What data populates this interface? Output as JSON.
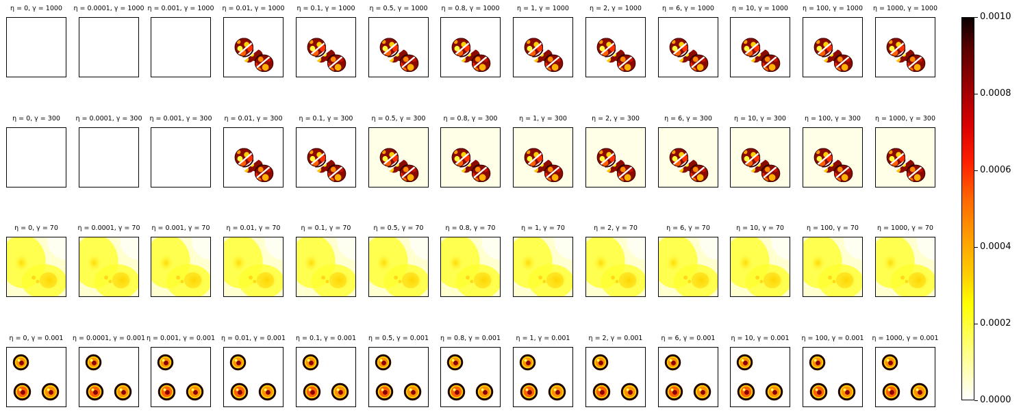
{
  "chart_data": {
    "type": "heatmap",
    "colormap": "afmhot_r",
    "rows": [
      {
        "gamma": "1000",
        "pattern": "three-blobs-masked"
      },
      {
        "gamma": "300",
        "pattern": "three-blobs-masked-faint-background"
      },
      {
        "gamma": "70",
        "pattern": "smooth-diffuse"
      },
      {
        "gamma": "0.001",
        "pattern": "three-rings"
      }
    ],
    "columns": [
      "0",
      "0.0001",
      "0.001",
      "0.01",
      "0.1",
      "0.5",
      "0.8",
      "1",
      "2",
      "6",
      "10",
      "100",
      "1000"
    ],
    "titles": [
      [
        "η = 0, γ = 1000",
        "η = 0.0001, γ = 1000",
        "η = 0.001, γ = 1000",
        "η = 0.01, γ = 1000",
        "η = 0.1, γ = 1000",
        "η = 0.5, γ = 1000",
        "η = 0.8, γ = 1000",
        "η = 1, γ = 1000",
        "η = 2, γ = 1000",
        "η = 6, γ = 1000",
        "η = 10, γ = 1000",
        "η = 100, γ = 1000",
        "η = 1000, γ = 1000"
      ],
      [
        "η = 0, γ = 300",
        "η = 0.0001, γ = 300",
        "η = 0.001, γ = 300",
        "η = 0.01, γ = 300",
        "η = 0.1, γ = 300",
        "η = 0.5, γ = 300",
        "η = 0.8, γ = 300",
        "η = 1, γ = 300",
        "η = 2, γ = 300",
        "η = 6, γ = 300",
        "η = 10, γ = 300",
        "η = 100, γ = 300",
        "η = 1000, γ = 300"
      ],
      [
        "η = 0, γ = 70",
        "η = 0.0001, γ = 70",
        "η = 0.001, γ = 70",
        "η = 0.01, γ = 70",
        "η = 0.1, γ = 70",
        "η = 0.5, γ = 70",
        "η = 0.8, γ = 70",
        "η = 1, γ = 70",
        "η = 2, γ = 70",
        "η = 6, γ = 70",
        "η = 10, γ = 70",
        "η = 100, γ = 70",
        "η = 1000, γ = 70"
      ],
      [
        "η = 0, γ = 0.001",
        "η = 0.0001, γ = 0.001",
        "η = 0.001, γ = 0.001",
        "η = 0.01, γ = 0.001",
        "η = 0.1, γ = 0.001",
        "η = 0.5, γ = 0.001",
        "η = 0.8, γ = 0.001",
        "η = 1, γ = 0.001",
        "η = 2, γ = 0.001",
        "η = 6, γ = 0.001",
        "η = 10, γ = 0.001",
        "η = 100, γ = 0.001",
        "η = 1000, γ = 0.001"
      ]
    ],
    "empty_panels": [
      [
        0,
        0
      ],
      [
        0,
        1
      ],
      [
        0,
        2
      ],
      [
        1,
        0
      ],
      [
        1,
        1
      ],
      [
        1,
        2
      ]
    ],
    "colorbar": {
      "vmin": 0.0,
      "vmax": 0.001,
      "ticks": [
        "0.0000",
        "0.0002",
        "0.0004",
        "0.0006",
        "0.0008",
        "0.0010"
      ]
    }
  }
}
